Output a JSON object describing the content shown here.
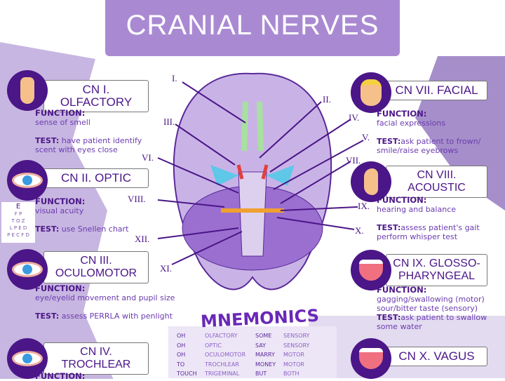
{
  "title": "CRANIAL NERVES",
  "colors": {
    "primary": "#4b1688",
    "accent": "#a98ad2",
    "text": "#6b3cb0"
  },
  "nerves": [
    {
      "label": "CN I. OLFACTORY",
      "icon": "nose-icon",
      "function_label": "FUNCTION:",
      "function": "sense of smell",
      "test_label": "TEST:",
      "test": "have patient identify scent with eyes close"
    },
    {
      "label": "CN II. OPTIC",
      "icon": "eye-icon",
      "function_label": "FUNCTION:",
      "function": "visual acuity",
      "test_label": "TEST:",
      "test": "use Snellen chart"
    },
    {
      "label": "CN III. OCULOMOTOR",
      "icon": "eye-icon",
      "function_label": "FUNCTION:",
      "function": "eye/eyelid movement and pupil size",
      "test_label": "TEST:",
      "test": "assess PERRLA with penlight"
    },
    {
      "label": "CN IV. TROCHLEAR",
      "icon": "eye-icon",
      "function_label": "FUNCTION:"
    },
    {
      "label": "CN VII. FACIAL",
      "icon": "face-icon",
      "function_label": "FUNCTION:",
      "function": "facial expressions",
      "test_label": "TEST:",
      "test": "ask patient to frown/ smile/raise eyebrows"
    },
    {
      "label": "CN VIII. ACOUSTIC",
      "icon": "ear-icon",
      "function_label": "FUNCTION:",
      "function": "hearing and balance",
      "test_label": "TEST:",
      "test": "assess patient's gait perform whisper test"
    },
    {
      "label": "CN IX. GLOSSO-PHARYNGEAL",
      "icon": "tongue-icon",
      "function_label": "FUNCTION:",
      "function": "gagging/swallowing (motor) sour/bitter taste (sensory)",
      "test_label": "TEST:",
      "test": "ask patient to swallow some water"
    },
    {
      "label": "CN X. VAGUS",
      "icon": "tongue-icon"
    }
  ],
  "snellen": [
    "E",
    "F P",
    "T O Z",
    "L P E D",
    "P E C F D"
  ],
  "brain_labels": [
    "I.",
    "II.",
    "III.",
    "IV.",
    "V.",
    "VI.",
    "VII.",
    "VIII.",
    "IX.",
    "X.",
    "XII.",
    "XI."
  ],
  "mnemonics": {
    "title": "MNEMONICS",
    "rows": [
      [
        "OH",
        "OLFACTORY",
        "SOME",
        "SENSORY"
      ],
      [
        "OH",
        "OPTIC",
        "SAY",
        "SENSORY"
      ],
      [
        "OH",
        "OCULOMOTOR",
        "MARRY",
        "MOTOR"
      ],
      [
        "TO",
        "TROCHLEAR",
        "MONEY",
        "MOTOR"
      ],
      [
        "TOUCH",
        "TRIGEMINAL",
        "BUT",
        "BOTH"
      ]
    ]
  }
}
